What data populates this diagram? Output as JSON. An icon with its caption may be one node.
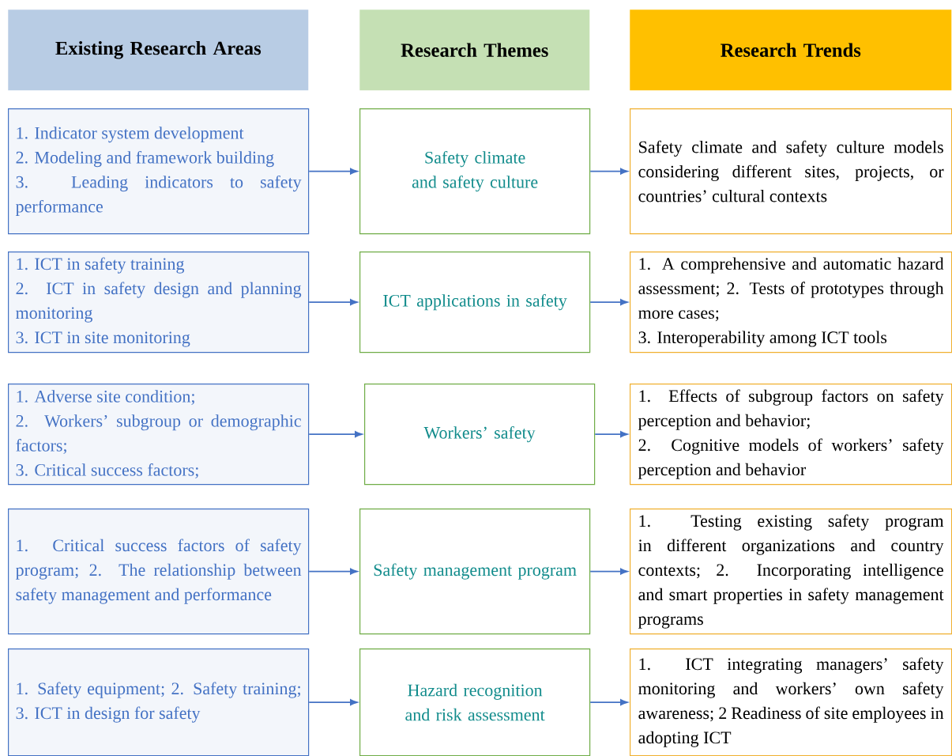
{
  "diagram": {
    "nodes": [
      {
        "text": [
          "Existing Research Areas"
        ]
      },
      {
        "text": [
          "Research Themes"
        ]
      },
      {
        "text": [
          "Research Trends"
        ]
      },
      {
        "text": [
          "1. Indicator system development",
          "2. Modeling and framework building",
          "3. Leading indicators to safety performance"
        ]
      },
      {
        "text": [
          "Safety climate and safety culture"
        ]
      },
      {
        "text": [
          "Safety climate and safety culture models considering different sites, projects, or countries’ cultural contexts"
        ]
      },
      {
        "text": [
          "1. ICT in safety training",
          "2. ICT in safety design and planning monitoring",
          "3. ICT in site monitoring"
        ]
      },
      {
        "text": [
          "ICT applications in safety"
        ]
      },
      {
        "text": [
          "1. A comprehensive and automatic hazard assessment; 2. Tests of prototypes through more cases;",
          "3. Interoperability among ICT tools"
        ]
      },
      {
        "text": [
          "1. Adverse site condition;",
          "2. Workers’ subgroup or demographic factors;",
          "3. Critical success factors;"
        ]
      },
      {
        "text": [
          "Workers’ safety"
        ]
      },
      {
        "text": [
          "1. Effects of subgroup factors on safety perception and behavior;",
          "2. Cognitive models of workers’ safety perception and behavior"
        ]
      },
      {
        "text": [
          "1. Critical success factors of safety program; 2. The relationship between safety management and performance"
        ]
      },
      {
        "text": [
          "Safety management program"
        ]
      },
      {
        "text": [
          "1. Testing existing safety program in different organizations and country contexts; 2. Incorporating intelligence and smart properties in safety management programs"
        ]
      },
      {
        "text": [
          "1. Safety equipment; 2. Safety training; 3. ICT in design for safety"
        ]
      },
      {
        "text": [
          "Hazard recognition and risk assessment"
        ]
      },
      {
        "text": [
          "1. ICT integrating managers’ safety monitoring and workers’ own safety awareness; 2 Readiness of site employees in adopting ICT"
        ]
      }
    ],
    "edges": [
      {
        "from": 3,
        "to": 4,
        "arrow": "to"
      },
      {
        "from": 4,
        "to": 5,
        "arrow": "to"
      },
      {
        "from": 6,
        "to": 7,
        "arrow": "to"
      },
      {
        "from": 7,
        "to": 8,
        "arrow": "to"
      },
      {
        "from": 9,
        "to": 10,
        "arrow": "to"
      },
      {
        "from": 10,
        "to": 11,
        "arrow": "to"
      },
      {
        "from": 12,
        "to": 13,
        "arrow": "to"
      },
      {
        "from": 13,
        "to": 14,
        "arrow": "to"
      },
      {
        "from": 15,
        "to": 16,
        "arrow": "to"
      },
      {
        "from": 16,
        "to": 17,
        "arrow": "to"
      }
    ]
  }
}
